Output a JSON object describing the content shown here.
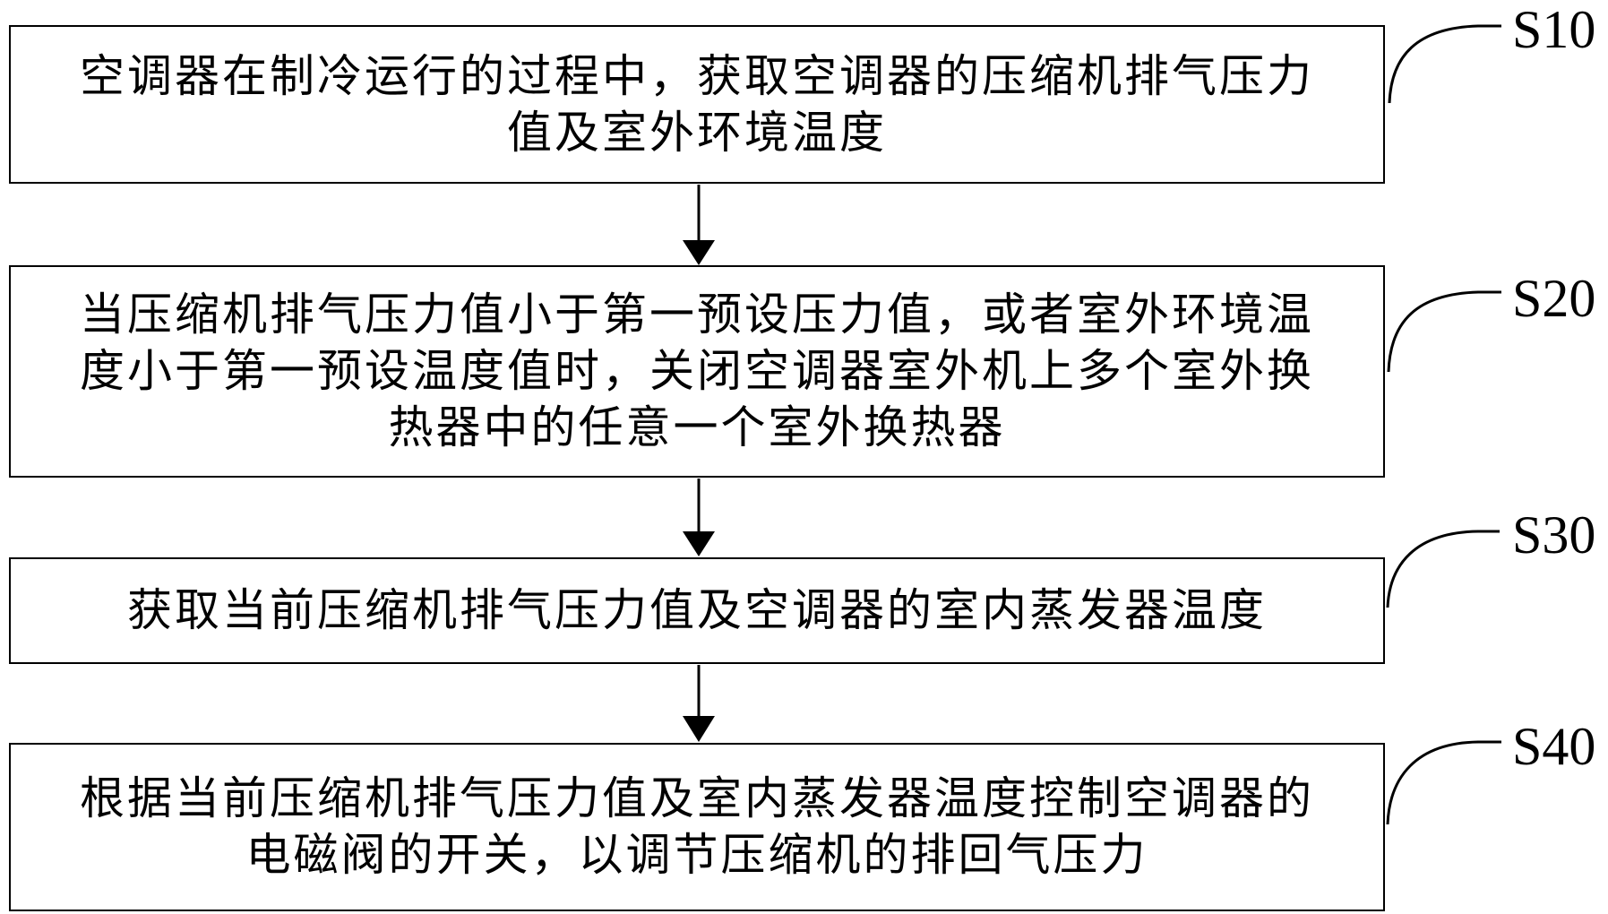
{
  "figure": {
    "type": "flowchart",
    "background_color": "#ffffff",
    "line_color": "#000000",
    "steps": [
      {
        "label": "S10",
        "lines": [
          "空调器在制冷运行的过程中，获取空调器的压缩机排气压力",
          "值及室外环境温度"
        ]
      },
      {
        "label": "S20",
        "lines": [
          "当压缩机排气压力值小于第一预设压力值，或者室外环境温",
          "度小于第一预设温度值时，关闭空调器室外机上多个室外换",
          "热器中的任意一个室外换热器"
        ]
      },
      {
        "label": "S30",
        "lines": [
          "获取当前压缩机排气压力值及空调器的室内蒸发器温度"
        ]
      },
      {
        "label": "S40",
        "lines": [
          "根据当前压缩机排气压力值及室内蒸发器温度控制空调器的",
          "电磁阀的开关，以调节压缩机的排回气压力"
        ]
      }
    ]
  }
}
